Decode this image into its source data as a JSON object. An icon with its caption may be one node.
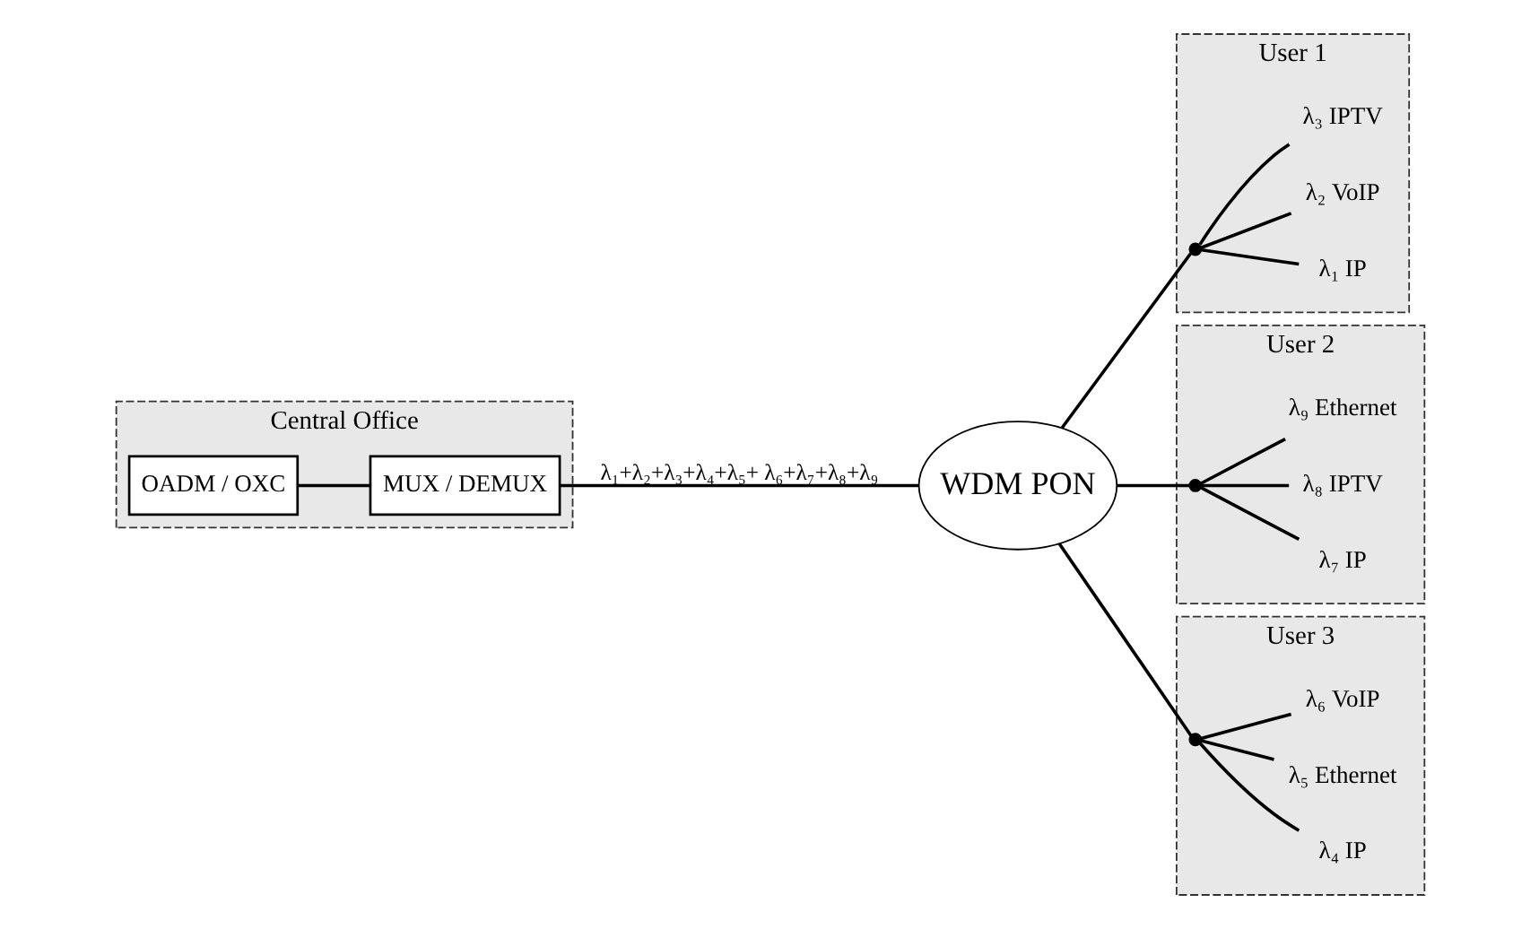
{
  "diagram": {
    "nodes": [
      {
        "text": [
          "Central Office"
        ]
      },
      {
        "text": [
          "OADM / OXC"
        ],
        "in": 0
      },
      {
        "text": [
          "MUX / DEMUX"
        ],
        "in": 0
      },
      {
        "text": [
          "WDM PON"
        ]
      },
      {
        "text": [
          "User 1"
        ]
      },
      {
        "text": [],
        "shape": "circle",
        "in": 4
      },
      {
        "text": [
          "λ₁ IP"
        ],
        "in": 4
      },
      {
        "text": [
          "λ₂ VoIP"
        ],
        "in": 4
      },
      {
        "text": [
          "λ₃ IPTV"
        ],
        "in": 4
      },
      {
        "text": [
          "User 2"
        ]
      },
      {
        "text": [],
        "shape": "circle",
        "in": 9
      },
      {
        "text": [
          "λ₇ IP"
        ],
        "in": 9
      },
      {
        "text": [
          "λ₈ IPTV"
        ],
        "in": 9
      },
      {
        "text": [
          "λ₉ Ethernet"
        ],
        "in": 9
      },
      {
        "text": [
          "User 3"
        ]
      },
      {
        "text": [],
        "shape": "circle",
        "in": 14
      },
      {
        "text": [
          "λ₄ IP"
        ],
        "in": 14
      },
      {
        "text": [
          "λ₅ Ethernet"
        ],
        "in": 14
      },
      {
        "text": [
          "λ₆ VoIP"
        ],
        "in": 14
      }
    ],
    "edges": [
      {
        "from": 1,
        "to": 2,
        "arrow": "none"
      },
      {
        "from": 2,
        "to": 3,
        "arrow": "none",
        "label": "λ₁+λ₂+λ₃+λ₄+λ₅+ λ₆+λ₇+λ₈+λ₉"
      },
      {
        "from": 3,
        "to": 5,
        "arrow": "none"
      },
      {
        "from": 3,
        "to": 10,
        "arrow": "none"
      },
      {
        "from": 3,
        "to": 15,
        "arrow": "none"
      },
      {
        "from": 5,
        "to": 6,
        "arrow": "none"
      },
      {
        "from": 5,
        "to": 7,
        "arrow": "none"
      },
      {
        "from": 5,
        "to": 8,
        "arrow": "none"
      },
      {
        "from": 10,
        "to": 11,
        "arrow": "none"
      },
      {
        "from": 10,
        "to": 12,
        "arrow": "none"
      },
      {
        "from": 10,
        "to": 13,
        "arrow": "none"
      },
      {
        "from": 15,
        "to": 16,
        "arrow": "none"
      },
      {
        "from": 15,
        "to": 17,
        "arrow": "none"
      },
      {
        "from": 15,
        "to": 18,
        "arrow": "none"
      }
    ]
  }
}
